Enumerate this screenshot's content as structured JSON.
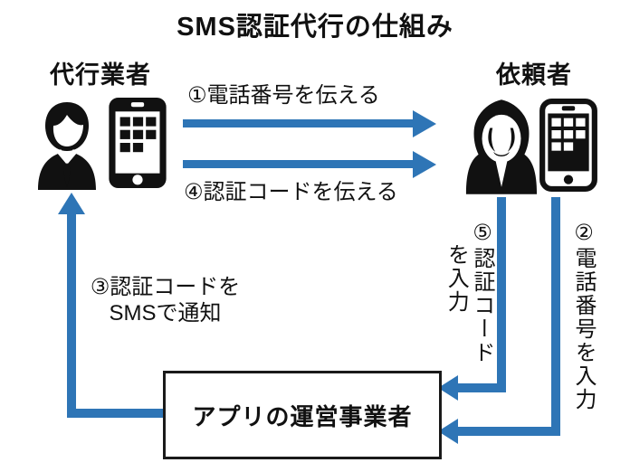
{
  "title": "SMS認証代行の仕組み",
  "actors": {
    "left": {
      "label": "代行業者",
      "icons": [
        "businessman-icon",
        "tablet-icon"
      ]
    },
    "right": {
      "label": "依頼者",
      "icons": [
        "hooded-person-icon",
        "smartphone-icon"
      ]
    },
    "operator": {
      "label": "アプリの運営事業者"
    }
  },
  "flow": {
    "step1": {
      "label": "①電話番号を伝える"
    },
    "step2": {
      "label": "②電話番号を入力"
    },
    "step3": {
      "label": "③認証コードを\nSMSで通知"
    },
    "step4": {
      "label": "④認証コードを伝える"
    },
    "step5": {
      "label": "⑤認証コード\n　を入力"
    }
  },
  "colors": {
    "arrow": "#2e75b6",
    "text": "#111111",
    "box_border": "#1a1a1a",
    "background": "#ffffff"
  }
}
